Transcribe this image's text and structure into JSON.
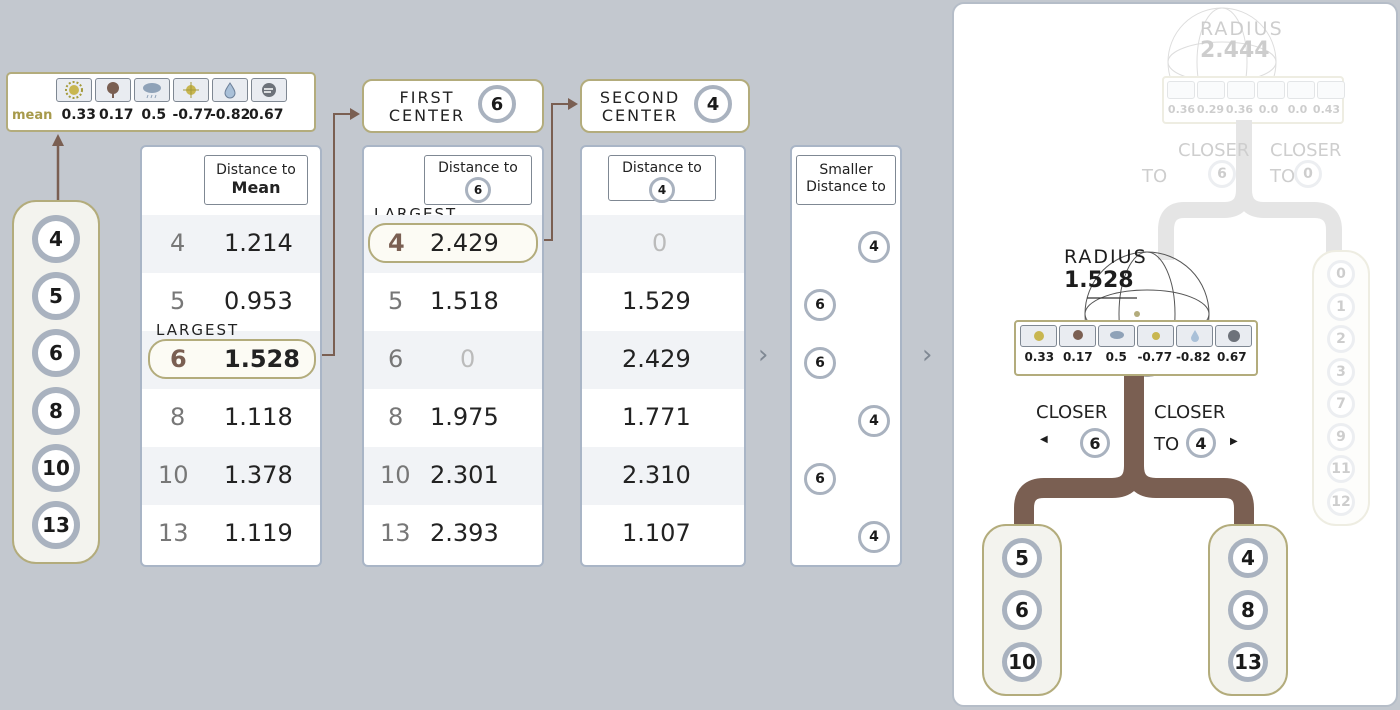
{
  "means": {
    "label": "mean",
    "icons": [
      "sun-icon",
      "tree-icon",
      "cloud-rain-icon",
      "snowflake-sun-icon",
      "water-drop-icon",
      "wind-icon"
    ],
    "values": [
      "0.33",
      "0.17",
      "0.5",
      "-0.77",
      "-0.82",
      "0.67"
    ]
  },
  "items": [
    "4",
    "5",
    "6",
    "8",
    "10",
    "13"
  ],
  "mean_table": {
    "header_line1": "Distance to",
    "header_line2": "Mean",
    "largest_label": "LARGEST",
    "rows": [
      {
        "id": "4",
        "value": "1.214"
      },
      {
        "id": "5",
        "value": "0.953"
      },
      {
        "id": "6",
        "value": "1.528"
      },
      {
        "id": "8",
        "value": "1.118"
      },
      {
        "id": "10",
        "value": "1.378"
      },
      {
        "id": "13",
        "value": "1.119"
      }
    ]
  },
  "first_center": {
    "line1": "FIRST",
    "line2": "CENTER",
    "id": "6",
    "header_line1": "Distance to",
    "header_id": "6",
    "largest_label": "LARGEST",
    "rows": [
      {
        "id": "4",
        "value": "2.429"
      },
      {
        "id": "5",
        "value": "1.518"
      },
      {
        "id": "6",
        "value": "0"
      },
      {
        "id": "8",
        "value": "1.975"
      },
      {
        "id": "10",
        "value": "2.301"
      },
      {
        "id": "13",
        "value": "2.393"
      }
    ]
  },
  "second_center": {
    "line1": "SECOND",
    "line2": "CENTER",
    "id": "4",
    "header_line1": "Distance to",
    "header_id": "4",
    "rows": [
      "0",
      "1.529",
      "2.429",
      "1.771",
      "2.310",
      "1.107"
    ]
  },
  "smaller": {
    "header_line1": "Smaller",
    "header_line2": "Distance to",
    "rows": [
      "4",
      "6",
      "6",
      "4",
      "6",
      "4"
    ]
  },
  "right_panel": {
    "faded_radius_label": "RADIUS",
    "faded_radius_value": "2.444",
    "faded_means": [
      "0.36",
      "0.29",
      "0.36",
      "0.0",
      "0.0",
      "0.43"
    ],
    "faded_closer_left_1": "CLOSER",
    "faded_closer_left_2": "TO",
    "faded_closer_left_id": "6",
    "faded_closer_right_1": "CLOSER",
    "faded_closer_right_2": "TO",
    "faded_closer_right_id": "0",
    "faded_items": [
      "0",
      "1",
      "2",
      "3",
      "7",
      "9",
      "11",
      "12"
    ],
    "radius_label": "RADIUS",
    "radius_value": "1.528",
    "means": [
      "0.33",
      "0.17",
      "0.5",
      "-0.77",
      "-0.82",
      "0.67"
    ],
    "closer_left_1": "CLOSER",
    "closer_left_id": "6",
    "closer_right_1": "CLOSER",
    "closer_right_2": "TO",
    "closer_right_id": "4",
    "left_group": [
      "5",
      "6",
      "10"
    ],
    "right_group": [
      "4",
      "8",
      "13"
    ]
  },
  "colors": {
    "background": "#c3c8cf",
    "accent_gold": "#b3ac7c",
    "connector_brown": "#7a5f52",
    "circle_border": "#a9b2bf"
  }
}
